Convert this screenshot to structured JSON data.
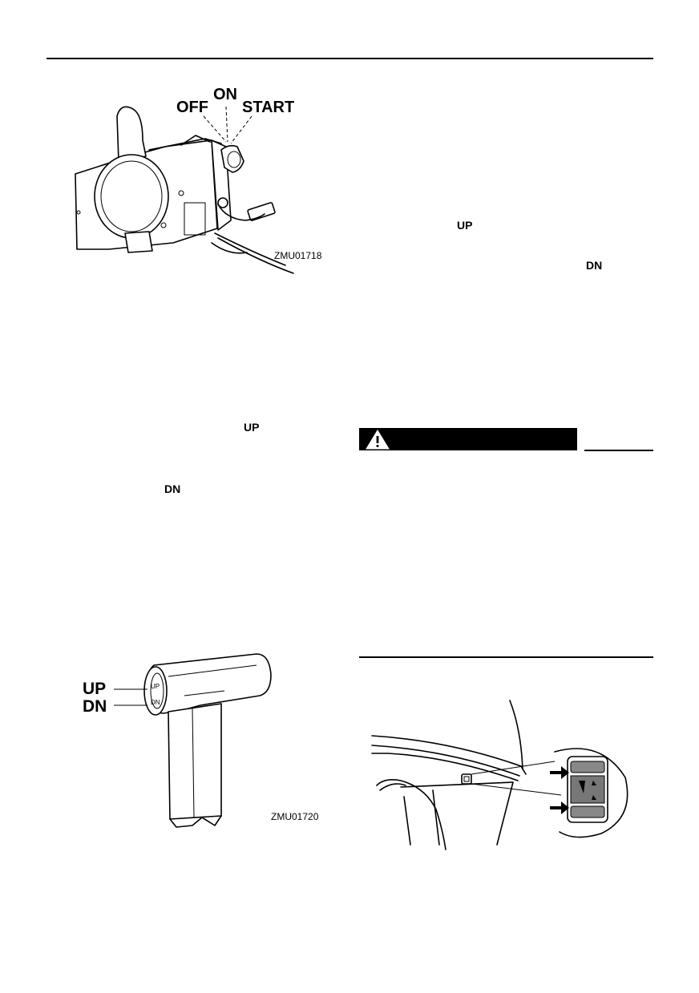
{
  "figure1": {
    "label_off": "OFF",
    "label_on": "ON",
    "label_start": "START",
    "code": "ZMU01718"
  },
  "right_column": {
    "label_up": "UP",
    "label_dn": "DN",
    "warning_icon": "warning-triangle-icon"
  },
  "left_column": {
    "label_up": "UP",
    "label_dn": "DN"
  },
  "figure2": {
    "label_up": "UP",
    "label_dn": "DN",
    "switch_up": "UP",
    "switch_dn": "DN",
    "code": "ZMU01720"
  },
  "figure3": {
    "arrow_icon": "arrow-right-icon",
    "tilt_icon": "tilt-trim-icon"
  }
}
